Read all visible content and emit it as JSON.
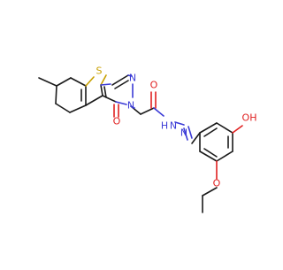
{
  "molecule": {
    "atom_labels": {
      "S": "S",
      "N_pyrimidine": "N",
      "N_ring": "N",
      "O_ketone": "O",
      "O_amide": "O",
      "NH": "H",
      "N_hydrazone_1": "N",
      "N_hydrazone_2": "N",
      "OH": "OH",
      "O_ethoxy": "O"
    },
    "colors": {
      "carbon_bond": "#1a1a1a",
      "nitrogen": "#3b3bd6",
      "oxygen": "#e02020",
      "sulfur": "#c8a000"
    }
  }
}
